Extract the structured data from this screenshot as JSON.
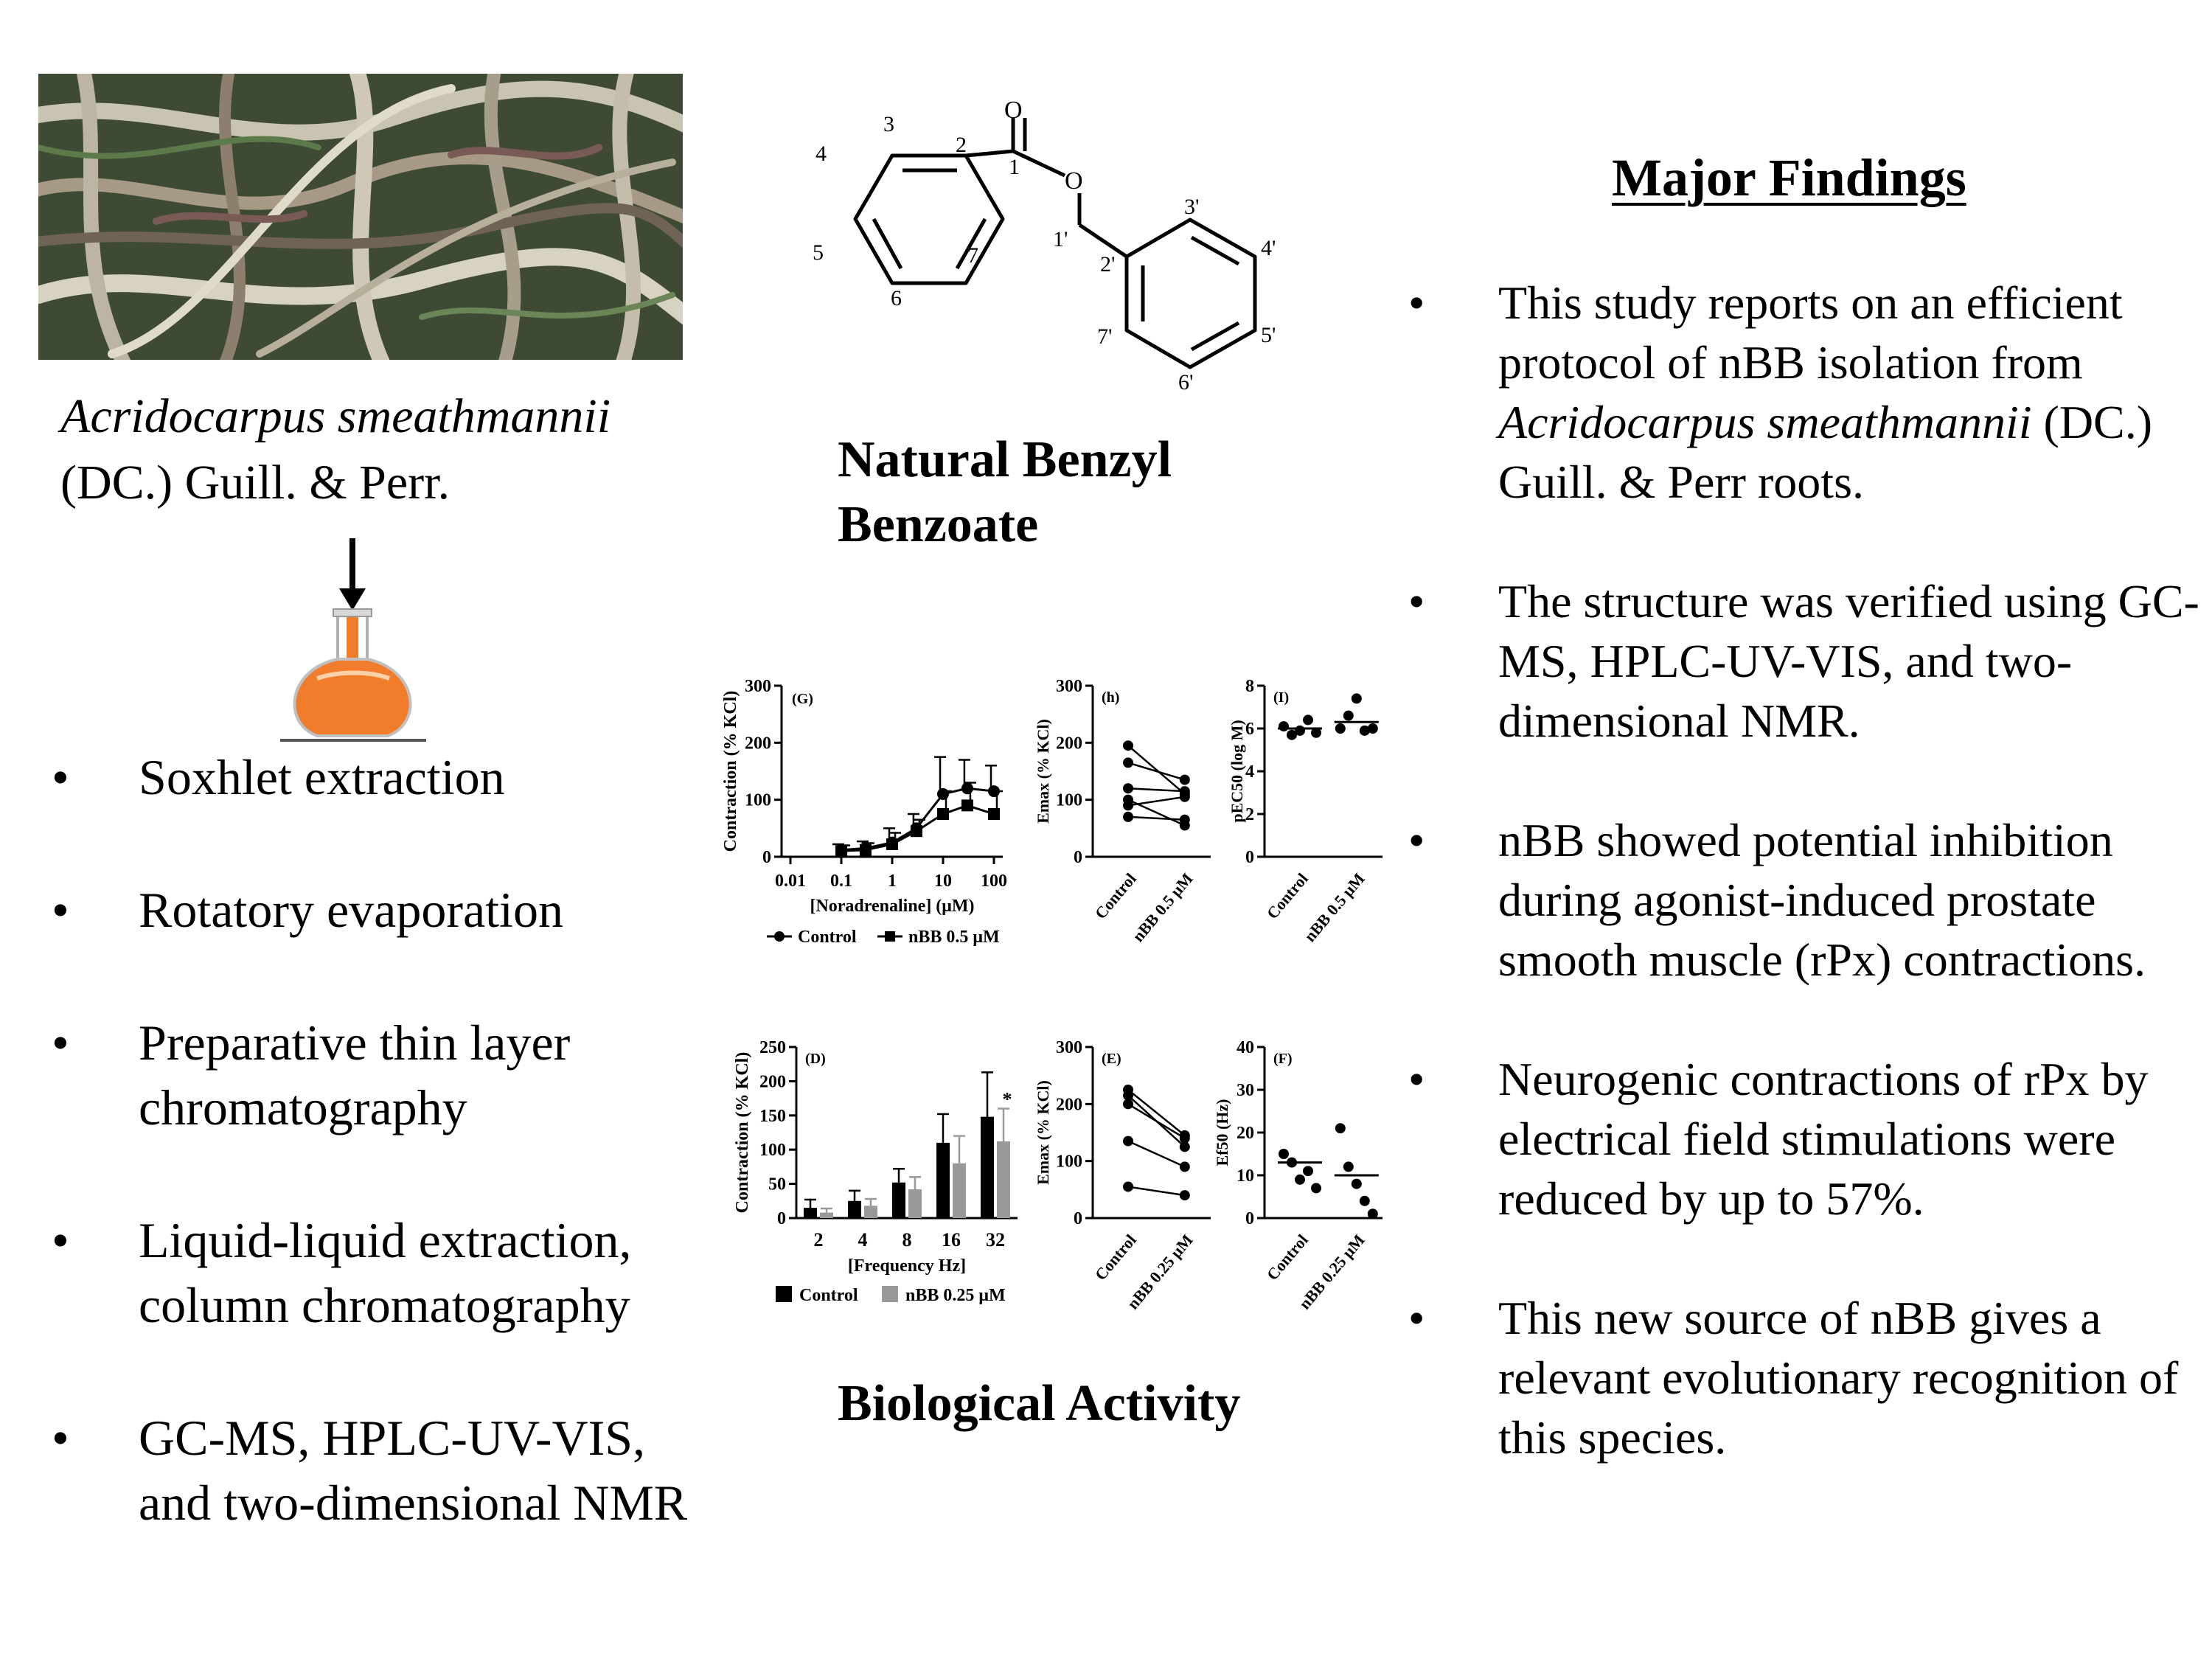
{
  "species": {
    "name": "Acridocarpus smeathmannii",
    "authority": "(DC.) Guill. & Perr."
  },
  "methods": [
    "Soxhlet extraction",
    "Rotatory evaporation",
    "Preparative thin layer chromatography",
    "Liquid-liquid extraction, column chromatography",
    "GC-MS, HPLC-UV-VIS, and two-dimensional NMR"
  ],
  "compound": {
    "title_line1": "Natural Benzyl",
    "title_line2": "Benzoate",
    "atoms": {
      "O_carbonyl": "O",
      "O_ester": "O",
      "c1": "1",
      "c2": "2",
      "c3": "3",
      "c4": "4",
      "c5": "5",
      "c6": "6",
      "c7": "7",
      "c1p": "1'",
      "c2p": "2'",
      "c3p": "3'",
      "c4p": "4'",
      "c5p": "5'",
      "c6p": "6'",
      "c7p": "7'"
    }
  },
  "biological_activity_title": "Biological Activity",
  "findings": {
    "heading": "Major Findings",
    "items": [
      {
        "pre": "This study reports on an efficient protocol of nBB isolation from ",
        "italic": "Acridocarpus smeathmannii",
        "post": " (DC.) Guill. & Perr roots."
      },
      {
        "pre": "The structure was verified using GC-MS, HPLC-UV-VIS, and two-dimensional NMR.",
        "italic": "",
        "post": ""
      },
      {
        "pre": "nBB showed potential inhibition during agonist-induced prostate smooth muscle (rPx) contractions.",
        "italic": "",
        "post": ""
      },
      {
        "pre": "Neurogenic contractions of rPx by electrical field stimulations were reduced by up to 57%.",
        "italic": "",
        "post": ""
      },
      {
        "pre": "This new source of nBB gives a relevant evolutionary recognition of this species.",
        "italic": "",
        "post": ""
      }
    ]
  },
  "chart_data": [
    {
      "type": "line",
      "panel": "(G)",
      "xlabel": "[Noradrenaline] (μM)",
      "ylabel": "Contraction (% KCl)",
      "x_ticks": [
        "0.01",
        "0.1",
        "1",
        "10",
        "100"
      ],
      "xscale": "log",
      "y_ticks": [
        "0",
        "100",
        "200",
        "300"
      ],
      "ylim": [
        0,
        300
      ],
      "x": [
        0.1,
        0.3,
        1,
        3,
        10,
        30,
        100
      ],
      "series": [
        {
          "name": "Control",
          "values": [
            12,
            15,
            25,
            50,
            110,
            120,
            115
          ],
          "err": [
            10,
            12,
            25,
            25,
            65,
            50,
            45
          ]
        },
        {
          "name": "nBB 0.5 μM",
          "values": [
            10,
            12,
            22,
            45,
            75,
            90,
            75
          ],
          "err": [
            10,
            12,
            20,
            20,
            40,
            40,
            40
          ]
        }
      ]
    },
    {
      "type": "scatter",
      "panel": "(h)",
      "ylabel": "Emax (% KCl)",
      "categories": [
        "Control",
        "nBB 0.5 μM"
      ],
      "y_ticks": [
        "0",
        "100",
        "200",
        "300"
      ],
      "ylim": [
        0,
        300
      ],
      "paired": [
        [
          195,
          110
        ],
        [
          165,
          135
        ],
        [
          120,
          115
        ],
        [
          100,
          55
        ],
        [
          90,
          105
        ],
        [
          70,
          65
        ]
      ]
    },
    {
      "type": "scatter",
      "panel": "(I)",
      "ylabel": "pEC50 (log M)",
      "categories": [
        "Control",
        "nBB 0.5 μM"
      ],
      "y_ticks": [
        "0",
        "2",
        "4",
        "6",
        "8"
      ],
      "ylim": [
        0,
        8
      ],
      "groups": [
        [
          6.1,
          5.7,
          5.9,
          6.4,
          5.8
        ],
        [
          6.0,
          6.6,
          7.4,
          5.9,
          6.0
        ]
      ],
      "means": [
        6.0,
        6.3
      ]
    },
    {
      "type": "bar",
      "panel": "(D)",
      "xlabel": "[Frequency Hz]",
      "ylabel": "Contraction (% KCl)",
      "categories": [
        "2",
        "4",
        "8",
        "16",
        "32"
      ],
      "y_ticks": [
        "0",
        "50",
        "100",
        "150",
        "200",
        "250"
      ],
      "ylim": [
        0,
        250
      ],
      "series": [
        {
          "name": "Control",
          "values": [
            15,
            25,
            52,
            110,
            148
          ],
          "err": [
            12,
            15,
            20,
            42,
            65
          ],
          "color": "#000000"
        },
        {
          "name": "nBB 0.25 μM",
          "values": [
            8,
            18,
            42,
            80,
            112
          ],
          "err": [
            6,
            10,
            18,
            40,
            48
          ],
          "color": "#999999"
        }
      ],
      "annotation": "*"
    },
    {
      "type": "scatter",
      "panel": "(E)",
      "ylabel": "Emax (% KCl)",
      "categories": [
        "Control",
        "nBB 0.25 μM"
      ],
      "y_ticks": [
        "0",
        "100",
        "200",
        "300"
      ],
      "ylim": [
        0,
        300
      ],
      "paired": [
        [
          225,
          145
        ],
        [
          215,
          125
        ],
        [
          200,
          140
        ],
        [
          135,
          90
        ],
        [
          55,
          40
        ]
      ]
    },
    {
      "type": "scatter",
      "panel": "(F)",
      "ylabel": "Ef50 (Hz)",
      "categories": [
        "Control",
        "nBB 0.25 μM"
      ],
      "y_ticks": [
        "0",
        "10",
        "20",
        "30",
        "40"
      ],
      "ylim": [
        0,
        40
      ],
      "groups": [
        [
          15,
          13,
          9,
          11,
          7
        ],
        [
          21,
          12,
          8,
          4,
          1
        ]
      ],
      "means": [
        13,
        10
      ]
    }
  ]
}
